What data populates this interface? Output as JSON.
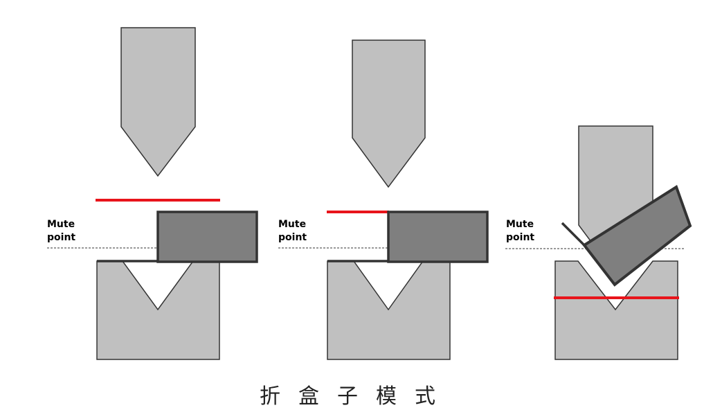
{
  "panels": [
    {
      "mute_line1": "Mute",
      "mute_line2": "point"
    },
    {
      "mute_line1": "Mute",
      "mute_line2": "point"
    },
    {
      "mute_line1": "Mute",
      "mute_line2": "point"
    }
  ],
  "caption": "折盒子模式",
  "colors": {
    "tool_gray": "#c0c0c0",
    "box_gray": "#7f7f7f",
    "outline": "#333333",
    "limit_red": "#e8141b"
  }
}
